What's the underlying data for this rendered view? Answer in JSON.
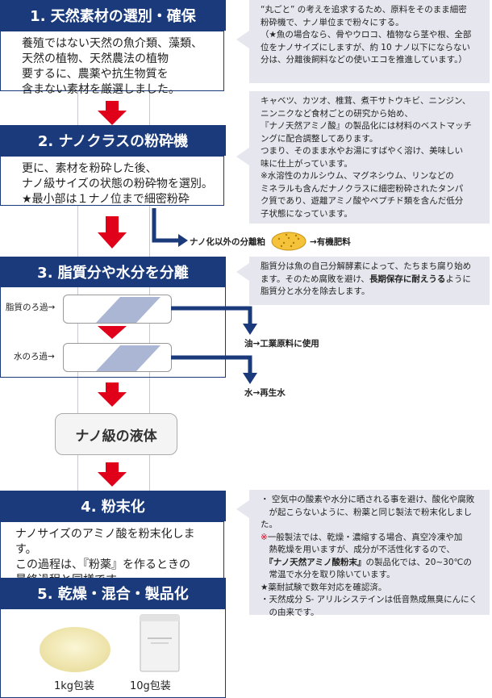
{
  "steps": {
    "s1": {
      "title": "1. 天然素材の選別・確保",
      "lines": [
        "養殖ではない天然の魚介類、藻類、",
        "天然の植物、天然農法の植物",
        "要するに、農薬や抗生物質を",
        "含まない素材を厳選しました。"
      ]
    },
    "s2": {
      "title": "2. ナノクラスの粉砕機",
      "lines": [
        "更に、素材を粉砕した後、",
        "ナノ級サイズの状態の粉砕物を選別。",
        "★最小部は１ナノ位まで細密粉砕"
      ]
    },
    "s3": {
      "title": "3. 脂質分や水分を分離"
    },
    "liquid": "ナノ級の液体",
    "s4": {
      "title": "4. 粉末化",
      "lines": [
        "ナノサイズのアミノ酸を粉末化します。",
        "この過程は、『粉薬』を作るときの",
        "最終過程と同様です。"
      ]
    },
    "s5": {
      "title": "5. 乾燥・混合・製品化"
    }
  },
  "filters": {
    "lipid": "脂質のろ過→",
    "water": "水のろ過→"
  },
  "outputs": {
    "residue": "ナノ化以外の分離粕",
    "fertilizer": "→有機肥料",
    "oil": "油→工業原料に使用",
    "water": "水→再生水"
  },
  "products": {
    "kg": "1kg包装",
    "g": "10g包装"
  },
  "notes": {
    "n1": [
      "“丸ごと” の考えを追求するため、原料をそのまま細密",
      "粉砕機で、ナノ単位まで粉々にする。",
      "（★魚の場合なら、骨やウロコ、植物なら茎や根、全部",
      "位をナノサイズにしますが、約 10 ナノ以下にならない",
      "分は、分離後飼料などの使いエコを推進しています。）"
    ],
    "n2": [
      "キャベツ、カツオ、椎茸、煮干サトウキビ、ニンジン、",
      "ニンニクなど食材ごとの研究から始め、",
      "『ナノ天然アミノ酸』の製品化には材料のベストマッチ",
      "ングに配合調整してあります。",
      "つまり、そのまま水やお湯にすばやく溶け、美味しい",
      "味に仕上がっています。",
      "※水溶性のカルシウム、マグネシウム、リンなどの",
      "ミネラルも含んだナノクラスに細密粉砕されたタンパ",
      "ク質であり、遊離アミノ酸やペプチド類を含んだ低分",
      "子状態になっています。"
    ],
    "n3": {
      "pre": "脂質分は魚の自己分解酵素によって、たちまち腐り始め",
      "mid1": "ます。そのため腐敗を避け、",
      "bold": "長期保存に耐えうる",
      "mid2": "ように",
      "post": "脂質分と水分を除去します。"
    },
    "n4": {
      "l1": "・ 空気中の酸素や水分に晒される事を避け、酸化や腐敗",
      "l2": "　が起こらないように、粉薬と同じ製法で粉末化しました。",
      "l3mark": "※",
      "l3": "一般製法では、乾燥・濃縮する場合、真空冷凍や加",
      "l4": "　熱乾燥を用いますが、成分が不活性化するので、",
      "l5bold": "『ナノ天然アミノ酸粉末』",
      "l5": "の製品化では、20~30℃の",
      "l6": "　常温で水分を取り除いています。",
      "l7": "★薬耐試験で数年対応を確認済。",
      "l8": "・天然成分 S- アリルシステインは低音熟成無臭にんにく",
      "l9": "　の由来です。"
    }
  },
  "colors": {
    "navy": "#1a3a7c",
    "red": "#e0001a",
    "gray_note": "#e6e6ee"
  }
}
